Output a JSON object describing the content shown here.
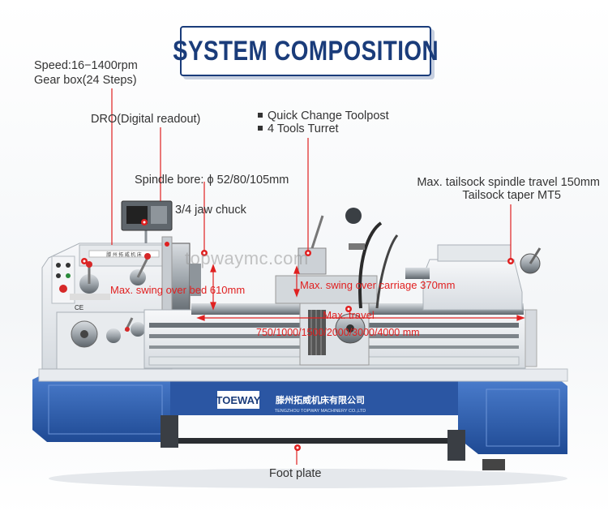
{
  "title": "SYSTEM COMPOSITION",
  "labels": {
    "speed": "Speed:16−1400rpm",
    "gearbox": "Gear box(24 Steps)",
    "dro": "DRO(Digital readout)",
    "toolpost": "Quick Change Toolpost",
    "turret": "4 Tools Turret",
    "spindle_bore": "Spindle bore: ϕ 52/80/105mm",
    "chuck": "3/4 jaw chuck",
    "tailstock_travel": "Max. tailsock spindle travel 150mm",
    "tailstock_taper": "Tailsock taper MT5",
    "swing_bed": "Max. swing over bed 610mm",
    "swing_carriage": "Max. swing over carriage 370mm",
    "travel_title": "Max. travel",
    "travel_values": "750/1000/1500/2000/3000/4000 mm",
    "foot_plate": "Foot plate"
  },
  "machine": {
    "brand_logo": "TOEWAY",
    "company_cn": "滕州拓威机床有限公司",
    "company_en": "TENGZHOU TOPWAY MACHINERY CO.,LTD",
    "headstock_plate_cn": "滕 州 拓 威 机 床"
  },
  "watermark": "topwaymc.com",
  "colors": {
    "title_blue": "#1a3c7a",
    "annotation_red": "#e02020",
    "bed_blue": "#2f5fb0",
    "machine_white": "#eceff2"
  }
}
